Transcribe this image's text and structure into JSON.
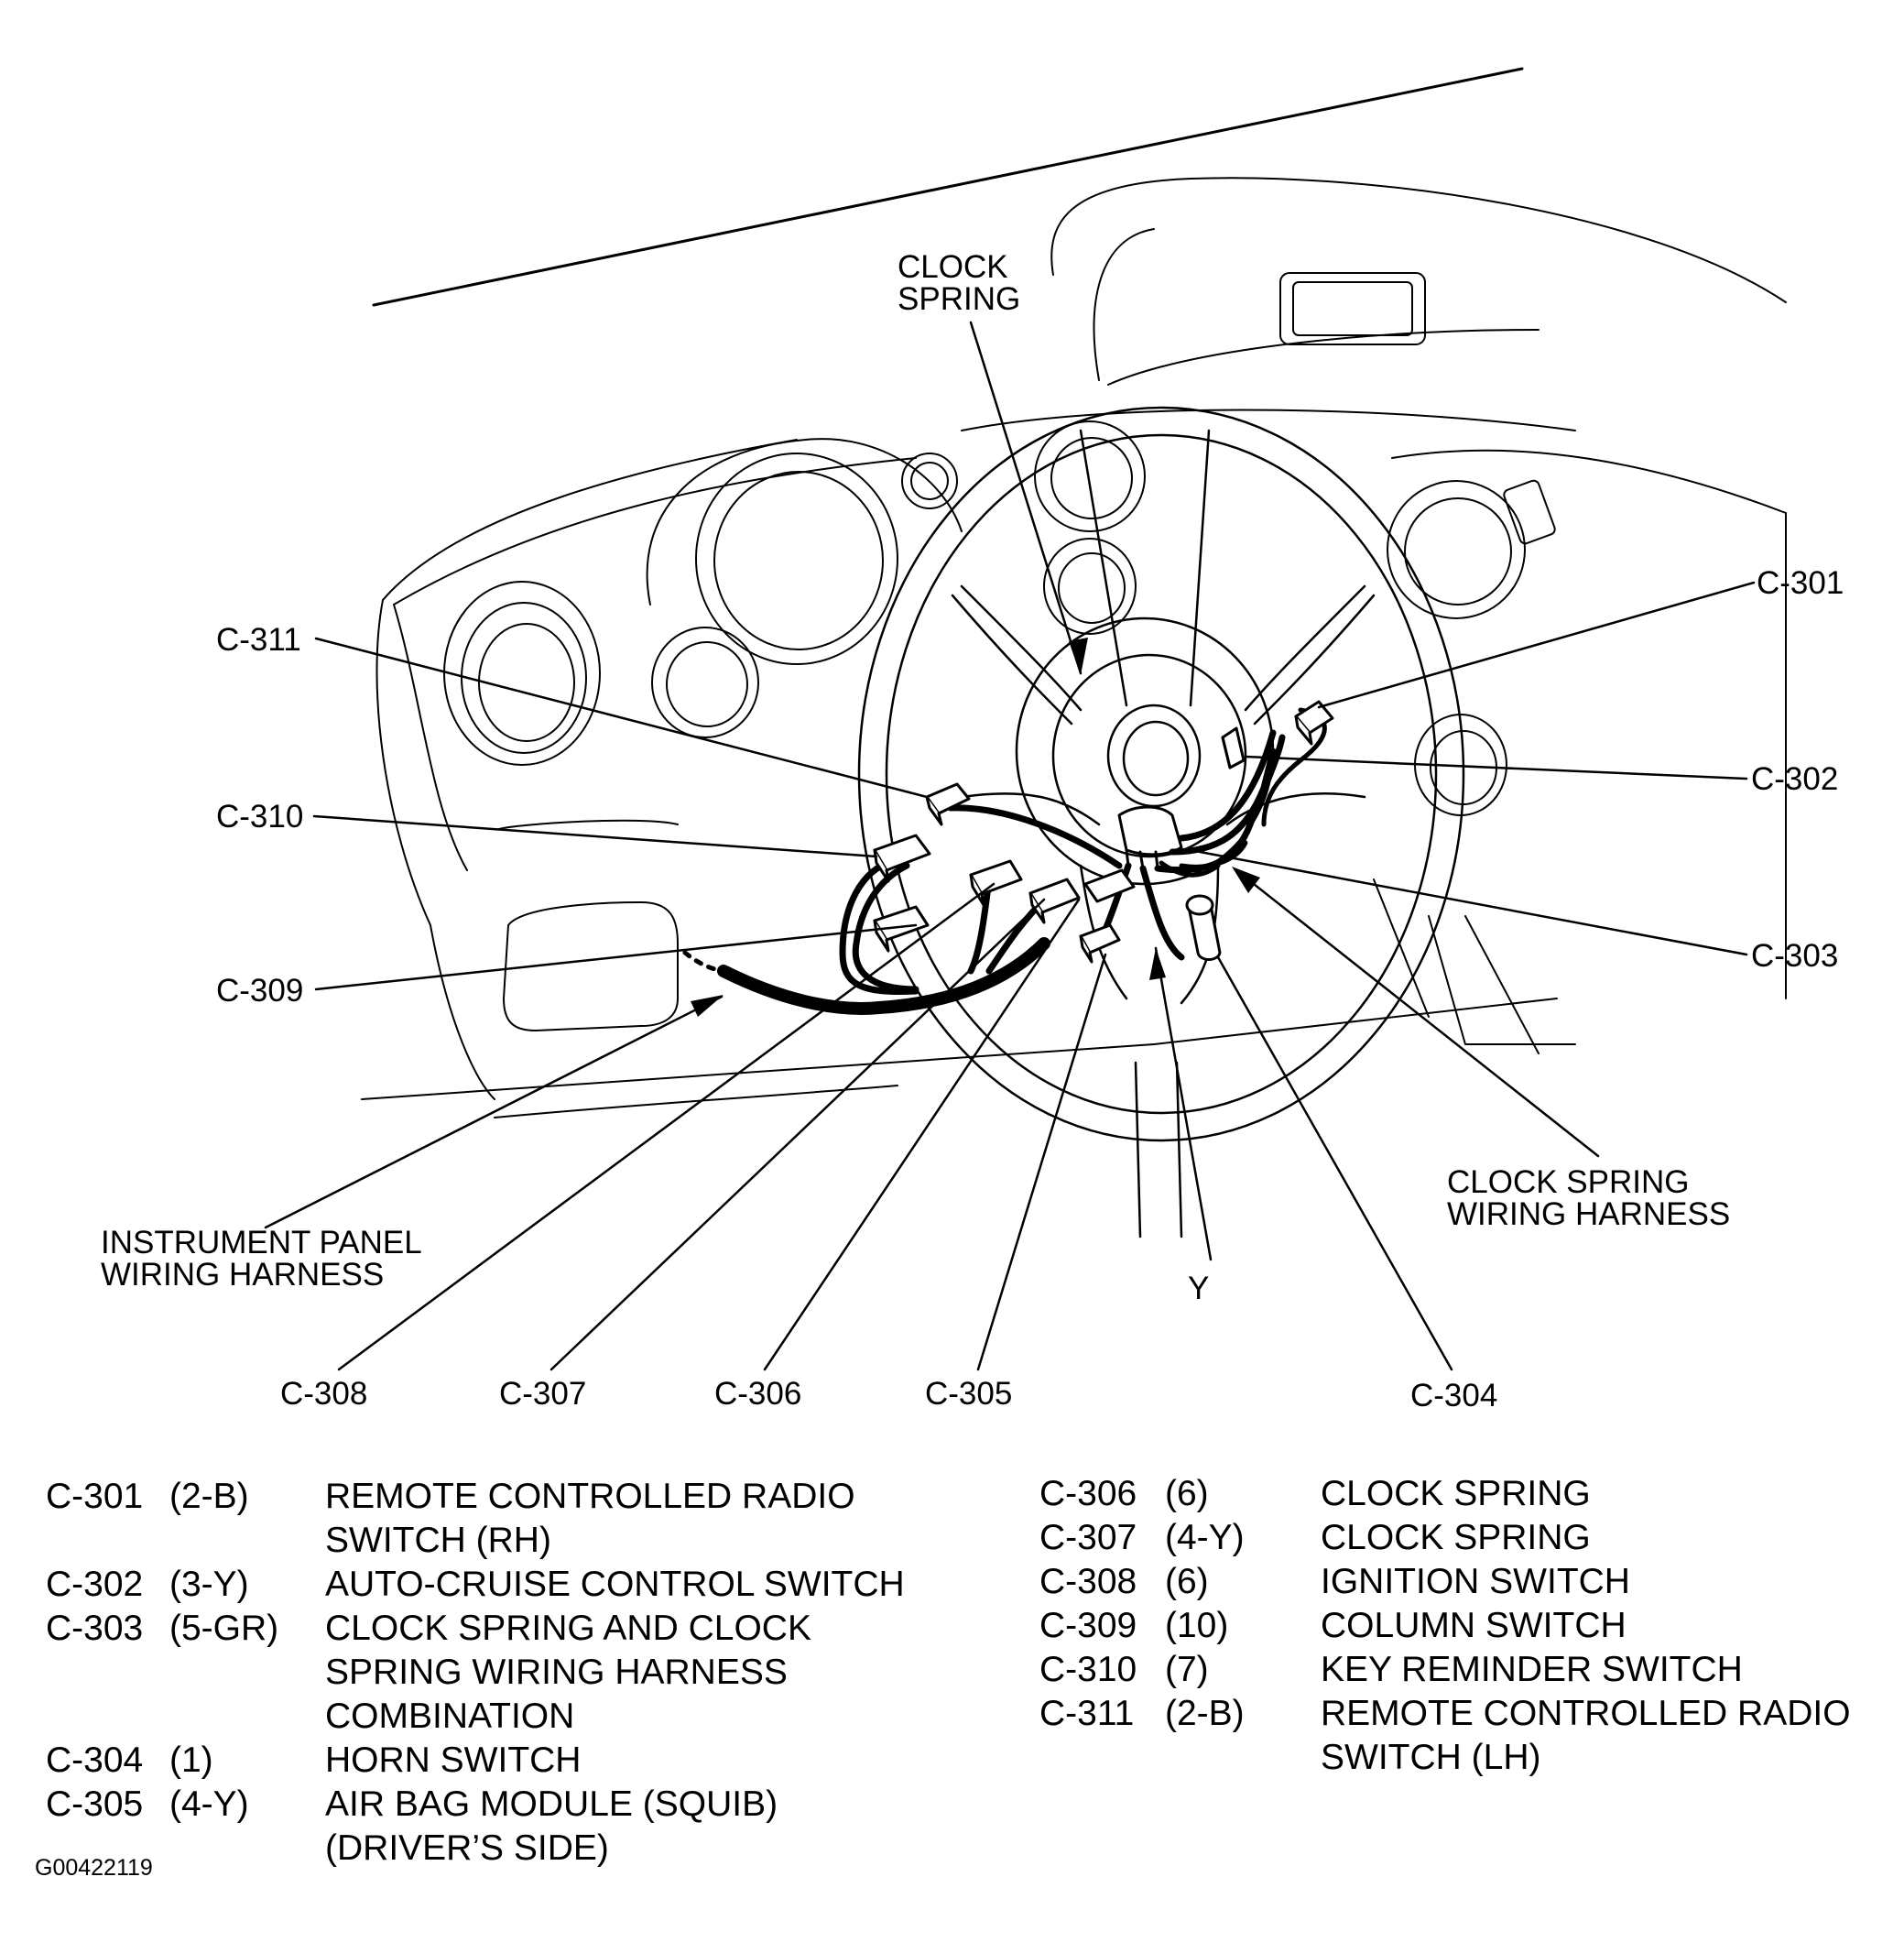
{
  "callouts": {
    "clock_spring_line1": "CLOCK",
    "clock_spring_line2": "SPRING",
    "c301": "C-301",
    "c302": "C-302",
    "c303": "C-303",
    "c304": "C-304",
    "c305": "C-305",
    "c306": "C-306",
    "c307": "C-307",
    "c308": "C-308",
    "c309": "C-309",
    "c310": "C-310",
    "c311": "C-311",
    "y": "Y",
    "cs_harness_line1": "CLOCK SPRING",
    "cs_harness_line2": "WIRING HARNESS",
    "ip_harness_line1": "INSTRUMENT PANEL",
    "ip_harness_line2": "WIRING HARNESS"
  },
  "legend_left": [
    {
      "code": "C-301",
      "pin": "(2-B)",
      "desc": [
        "REMOTE CONTROLLED RADIO",
        "SWITCH (RH)"
      ]
    },
    {
      "code": "C-302",
      "pin": "(3-Y)",
      "desc": [
        "AUTO-CRUISE CONTROL SWITCH"
      ]
    },
    {
      "code": "C-303",
      "pin": "(5-GR)",
      "desc": [
        "CLOCK SPRING AND CLOCK",
        "SPRING WIRING HARNESS",
        "COMBINATION"
      ]
    },
    {
      "code": "C-304",
      "pin": "(1)",
      "desc": [
        "HORN SWITCH"
      ]
    },
    {
      "code": "C-305",
      "pin": "(4-Y)",
      "desc": [
        "AIR BAG MODULE (SQUIB)",
        "(DRIVER’S SIDE)"
      ]
    }
  ],
  "legend_right": [
    {
      "code": "C-306",
      "pin": "(6)",
      "desc": [
        "CLOCK SPRING"
      ]
    },
    {
      "code": "C-307",
      "pin": "(4-Y)",
      "desc": [
        "CLOCK SPRING"
      ]
    },
    {
      "code": "C-308",
      "pin": "(6)",
      "desc": [
        "IGNITION SWITCH"
      ]
    },
    {
      "code": "C-309",
      "pin": "(10)",
      "desc": [
        "COLUMN SWITCH"
      ]
    },
    {
      "code": "C-310",
      "pin": "(7)",
      "desc": [
        "KEY REMINDER SWITCH"
      ]
    },
    {
      "code": "C-311",
      "pin": "(2-B)",
      "desc": [
        "REMOTE CONTROLLED RADIO",
        "SWITCH (LH)"
      ]
    }
  ],
  "figure_id": "G00422119"
}
